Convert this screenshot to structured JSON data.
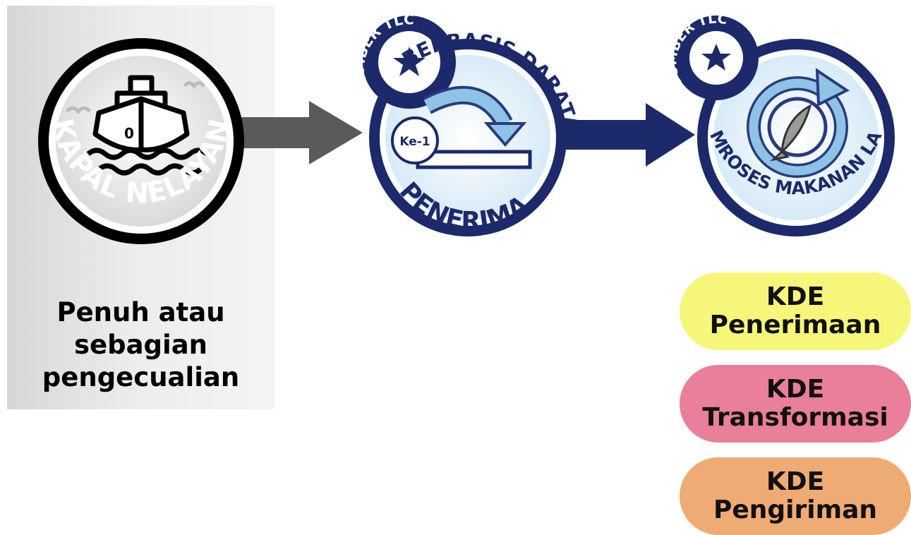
{
  "nodes": {
    "vessel": {
      "label": "KAPAL NELAYAN"
    },
    "first_receiver": {
      "badge": "SUMBER TLC",
      "top_label": "BERBASIS DARATAN",
      "bottom_label": "PENERIMA",
      "tag": "Ke-1"
    },
    "processor": {
      "badge": "SUMBER TLC",
      "label": "PEMROSES MAKANAN LAUT"
    }
  },
  "exemption_note": [
    "Penuh atau",
    "sebagian",
    "pengecualian"
  ],
  "kde_legend": [
    {
      "line1": "KDE",
      "line2": "Penerimaan",
      "color": "#f6f67a"
    },
    {
      "line1": "KDE",
      "line2": "Transformasi",
      "color": "#e97f98"
    },
    {
      "line1": "KDE",
      "line2": "Pengiriman",
      "color": "#efab74"
    }
  ],
  "colors": {
    "navy": "#1c2a6b",
    "gray_arrow": "#5a5a5a",
    "light_blue": "#a9d2ec"
  }
}
